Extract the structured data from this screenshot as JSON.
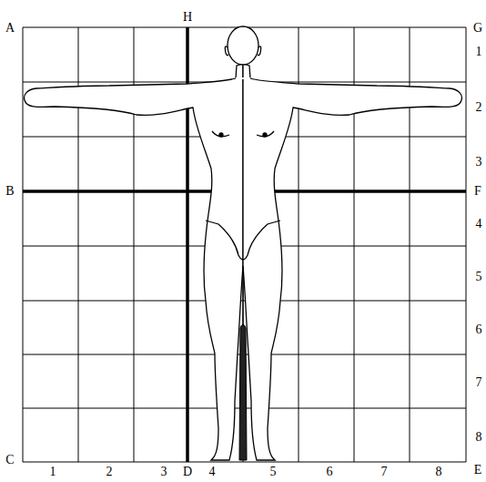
{
  "diagram": {
    "labels": [
      "A",
      "H",
      "G",
      "1",
      "2",
      "3",
      "B",
      "F",
      "4",
      "5",
      "6",
      "7",
      "8",
      "C",
      "1",
      "2",
      "3",
      "D",
      "4",
      "5",
      "6",
      "7",
      "8",
      "E"
    ]
  }
}
